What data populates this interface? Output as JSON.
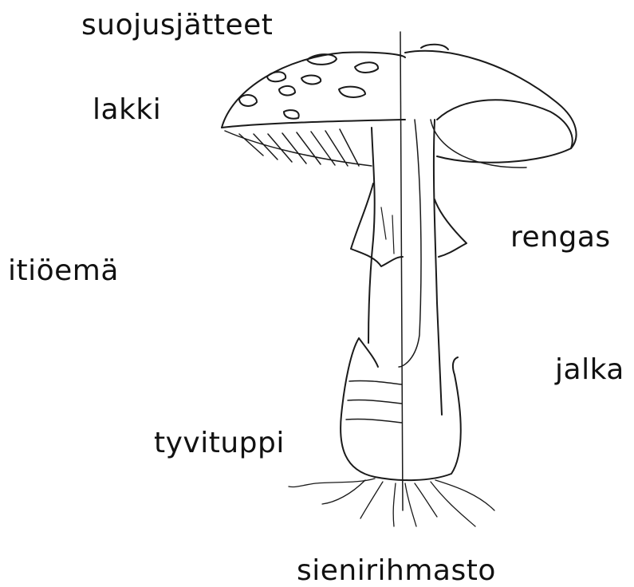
{
  "labels": {
    "remnants": "suojusjätteet",
    "cap": "lakki",
    "ring": "rengas",
    "fruiting_body": "itiöemä",
    "stem": "jalka",
    "volva": "tyvituppi",
    "mycelium": "sienirihmasto"
  },
  "colors": {
    "ink": "#111111",
    "background": "#ffffff"
  }
}
